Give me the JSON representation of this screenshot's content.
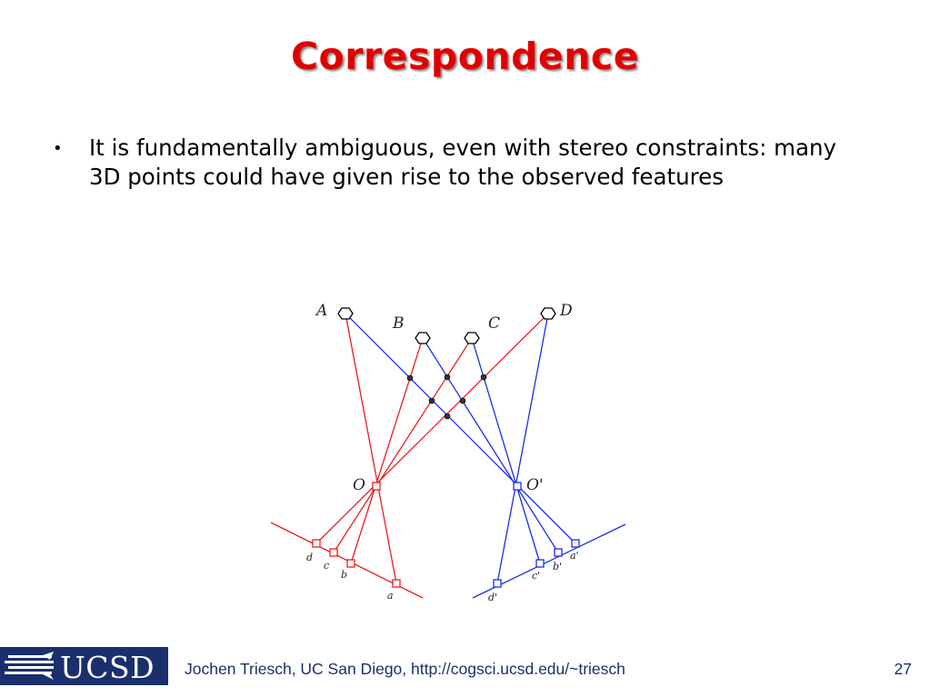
{
  "slide": {
    "title": "Correspondence",
    "bullets": [
      {
        "marker": "•",
        "text": "It is fundamentally ambiguous, even with stereo constraints: many 3D points could have given rise to the observed features"
      }
    ]
  },
  "figure": {
    "points": {
      "A": "A",
      "B": "B",
      "C": "C",
      "D": "D"
    },
    "centers": {
      "left": "O",
      "right": "O'"
    },
    "left_image_points": {
      "d": "d",
      "c": "c",
      "b": "b",
      "a": "a"
    },
    "right_image_points": {
      "d": "d'",
      "c": "c'",
      "b": "b'",
      "a": "a'"
    },
    "colors": {
      "left": "#ee1c1c",
      "right": "#1c2ee6",
      "scene": "#000000"
    }
  },
  "footer": {
    "logo_text": "UCSD",
    "credit": "Jochen Triesch, UC San Diego, http://cogsci.ucsd.edu/~triesch",
    "page_number": "27"
  }
}
